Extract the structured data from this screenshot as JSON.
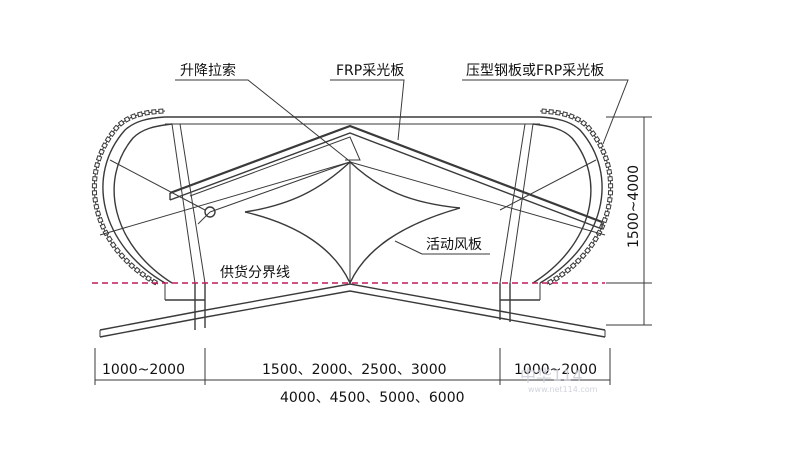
{
  "labels": {
    "lift_cable": "升降拉索",
    "frp_panel": "FRP采光板",
    "steel_or_frp": "压型钢板或FRP采光板",
    "damper": "活动风板",
    "supply_line": "供货分界线"
  },
  "dimensions": {
    "height": "1500~4000",
    "left_width": "1000~2000",
    "right_width": "1000~2000",
    "middle_width_row1": "1500、2000、2500、3000",
    "middle_width_row2": "4000、4500、5000、6000"
  },
  "watermark": {
    "main": "中华114",
    "sub": "www.net114.com"
  },
  "colors": {
    "line": "#3a3a3a",
    "boundary_line": "#c2185b",
    "watermark": "#c9cdd6"
  }
}
